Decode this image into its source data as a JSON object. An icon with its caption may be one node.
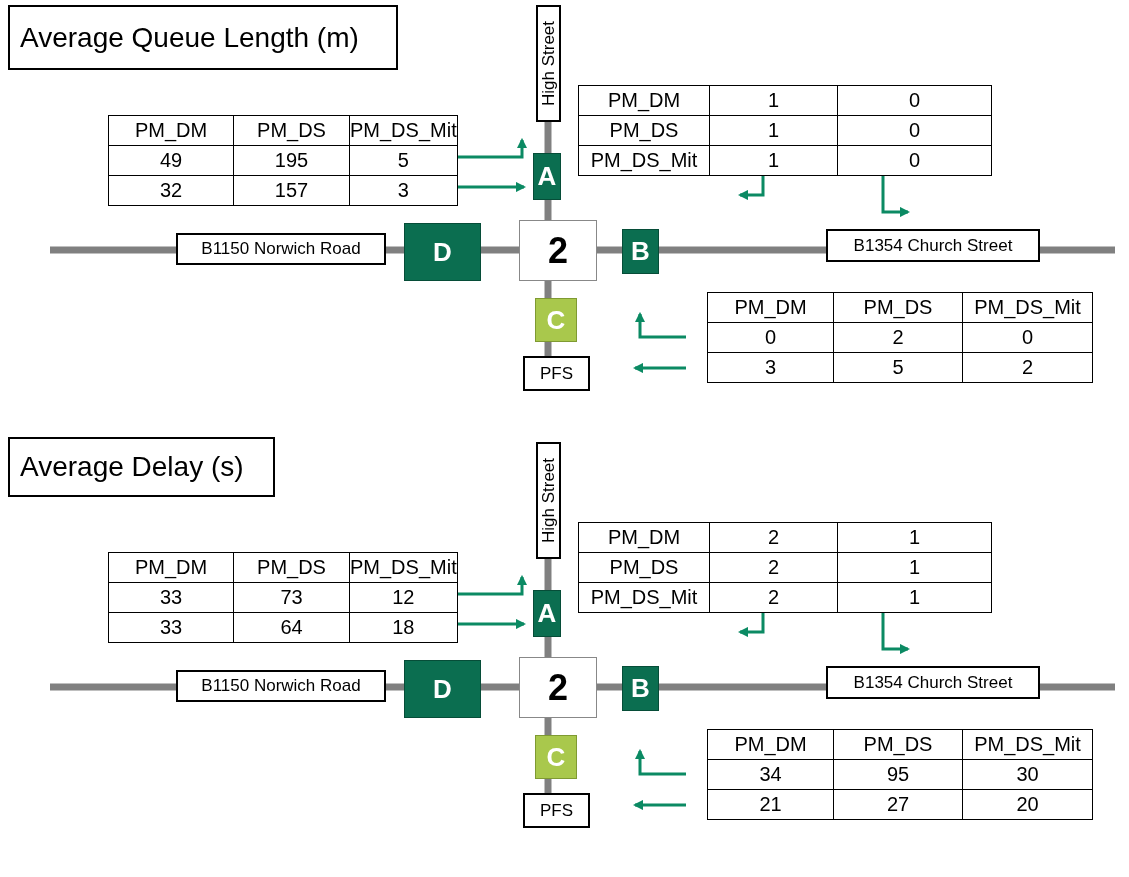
{
  "diagram": {
    "nodes": [
      {
        "text": [
          "High Street"
        ]
      },
      {
        "text": [
          "A"
        ]
      },
      {
        "text": [
          "B1150 Norwich Road"
        ]
      },
      {
        "text": [
          "D"
        ]
      },
      {
        "text": [
          "2"
        ]
      },
      {
        "text": [
          "B"
        ]
      },
      {
        "text": [
          "B1354 Church Street"
        ]
      },
      {
        "text": [
          "C"
        ]
      },
      {
        "text": [
          "PFS"
        ]
      },
      {
        "text": [
          "High Street"
        ]
      },
      {
        "text": [
          "A"
        ]
      },
      {
        "text": [
          "B1150 Norwich Road"
        ]
      },
      {
        "text": [
          "D"
        ]
      },
      {
        "text": [
          "2"
        ]
      },
      {
        "text": [
          "B"
        ]
      },
      {
        "text": [
          "B1354 Church Street"
        ]
      },
      {
        "text": [
          "C"
        ]
      },
      {
        "text": [
          "PFS"
        ]
      }
    ],
    "edges": [
      {
        "from": 0,
        "to": 1,
        "arrow": "none"
      },
      {
        "from": 1,
        "to": 4,
        "arrow": "none"
      },
      {
        "from": null,
        "to": 2,
        "arrow": "none"
      },
      {
        "from": 2,
        "to": 3,
        "arrow": "none"
      },
      {
        "from": 3,
        "to": 4,
        "arrow": "none"
      },
      {
        "from": 4,
        "to": 5,
        "arrow": "none"
      },
      {
        "from": 5,
        "to": 6,
        "arrow": "none"
      },
      {
        "from": 6,
        "to": null,
        "arrow": "none"
      },
      {
        "from": 4,
        "to": 7,
        "arrow": "none"
      },
      {
        "from": 7,
        "to": 8,
        "arrow": "none"
      },
      {
        "from": 9,
        "to": 10,
        "arrow": "none"
      },
      {
        "from": 10,
        "to": 13,
        "arrow": "none"
      },
      {
        "from": null,
        "to": 11,
        "arrow": "none"
      },
      {
        "from": 11,
        "to": 12,
        "arrow": "none"
      },
      {
        "from": 12,
        "to": 13,
        "arrow": "none"
      },
      {
        "from": 13,
        "to": 14,
        "arrow": "none"
      },
      {
        "from": 14,
        "to": 15,
        "arrow": "none"
      },
      {
        "from": 15,
        "to": null,
        "arrow": "none"
      },
      {
        "from": 13,
        "to": 16,
        "arrow": "none"
      },
      {
        "from": 16,
        "to": 17,
        "arrow": "none"
      }
    ],
    "labels": [
      "Average Queue Length (m)",
      "PM_DM",
      "PM_DS",
      "PM_DS_Mit",
      "49",
      "195",
      "5",
      "32",
      "157",
      "3",
      "PM_DM",
      "1",
      "0",
      "PM_DS",
      "1",
      "0",
      "PM_DS_Mit",
      "1",
      "0",
      "PM_DM",
      "PM_DS",
      "PM_DS_Mit",
      "0",
      "2",
      "0",
      "3",
      "5",
      "2",
      "Average Delay (s)",
      "PM_DM",
      "PM_DS",
      "PM_DS_Mit",
      "33",
      "73",
      "12",
      "33",
      "64",
      "18",
      "PM_DM",
      "2",
      "1",
      "PM_DS",
      "2",
      "1",
      "PM_DS_Mit",
      "2",
      "1",
      "PM_DM",
      "PM_DS",
      "PM_DS_Mit",
      "34",
      "95",
      "30",
      "21",
      "27",
      "20"
    ]
  }
}
